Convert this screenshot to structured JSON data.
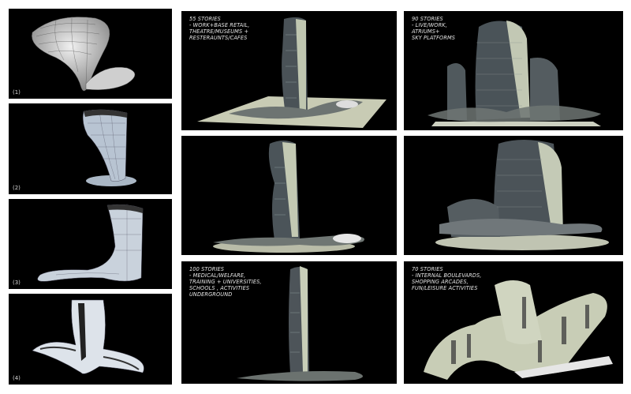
{
  "left_panels": [
    {
      "label": "(1)"
    },
    {
      "label": "(2)"
    },
    {
      "label": "(3)"
    },
    {
      "label": "(4)"
    }
  ],
  "captions": {
    "tower_55": [
      "55 STORIES",
      "- WORK+BASE RETAIL,",
      "THEATRE/MUSEUMS +",
      "RESTERAUNTS/CAFES"
    ],
    "tower_90": [
      "90 STORIES",
      "- LIVE/WORK,",
      "ATRIUMS+",
      "SKY PLATFORMS"
    ],
    "tower_100": [
      "100 STORIES",
      "- MEDICAL/WELFARE,",
      "TRAINING + UNIVERSITIES,",
      "SCHOOLS , ACTIVITIES",
      "UNDERGROUND"
    ],
    "tower_70": [
      "70 STORIES",
      "- INTERNAL BOULEVARDS,",
      "SHOPPING ARCADES,",
      "FUN/LEISURE ACTIVITIES"
    ]
  }
}
